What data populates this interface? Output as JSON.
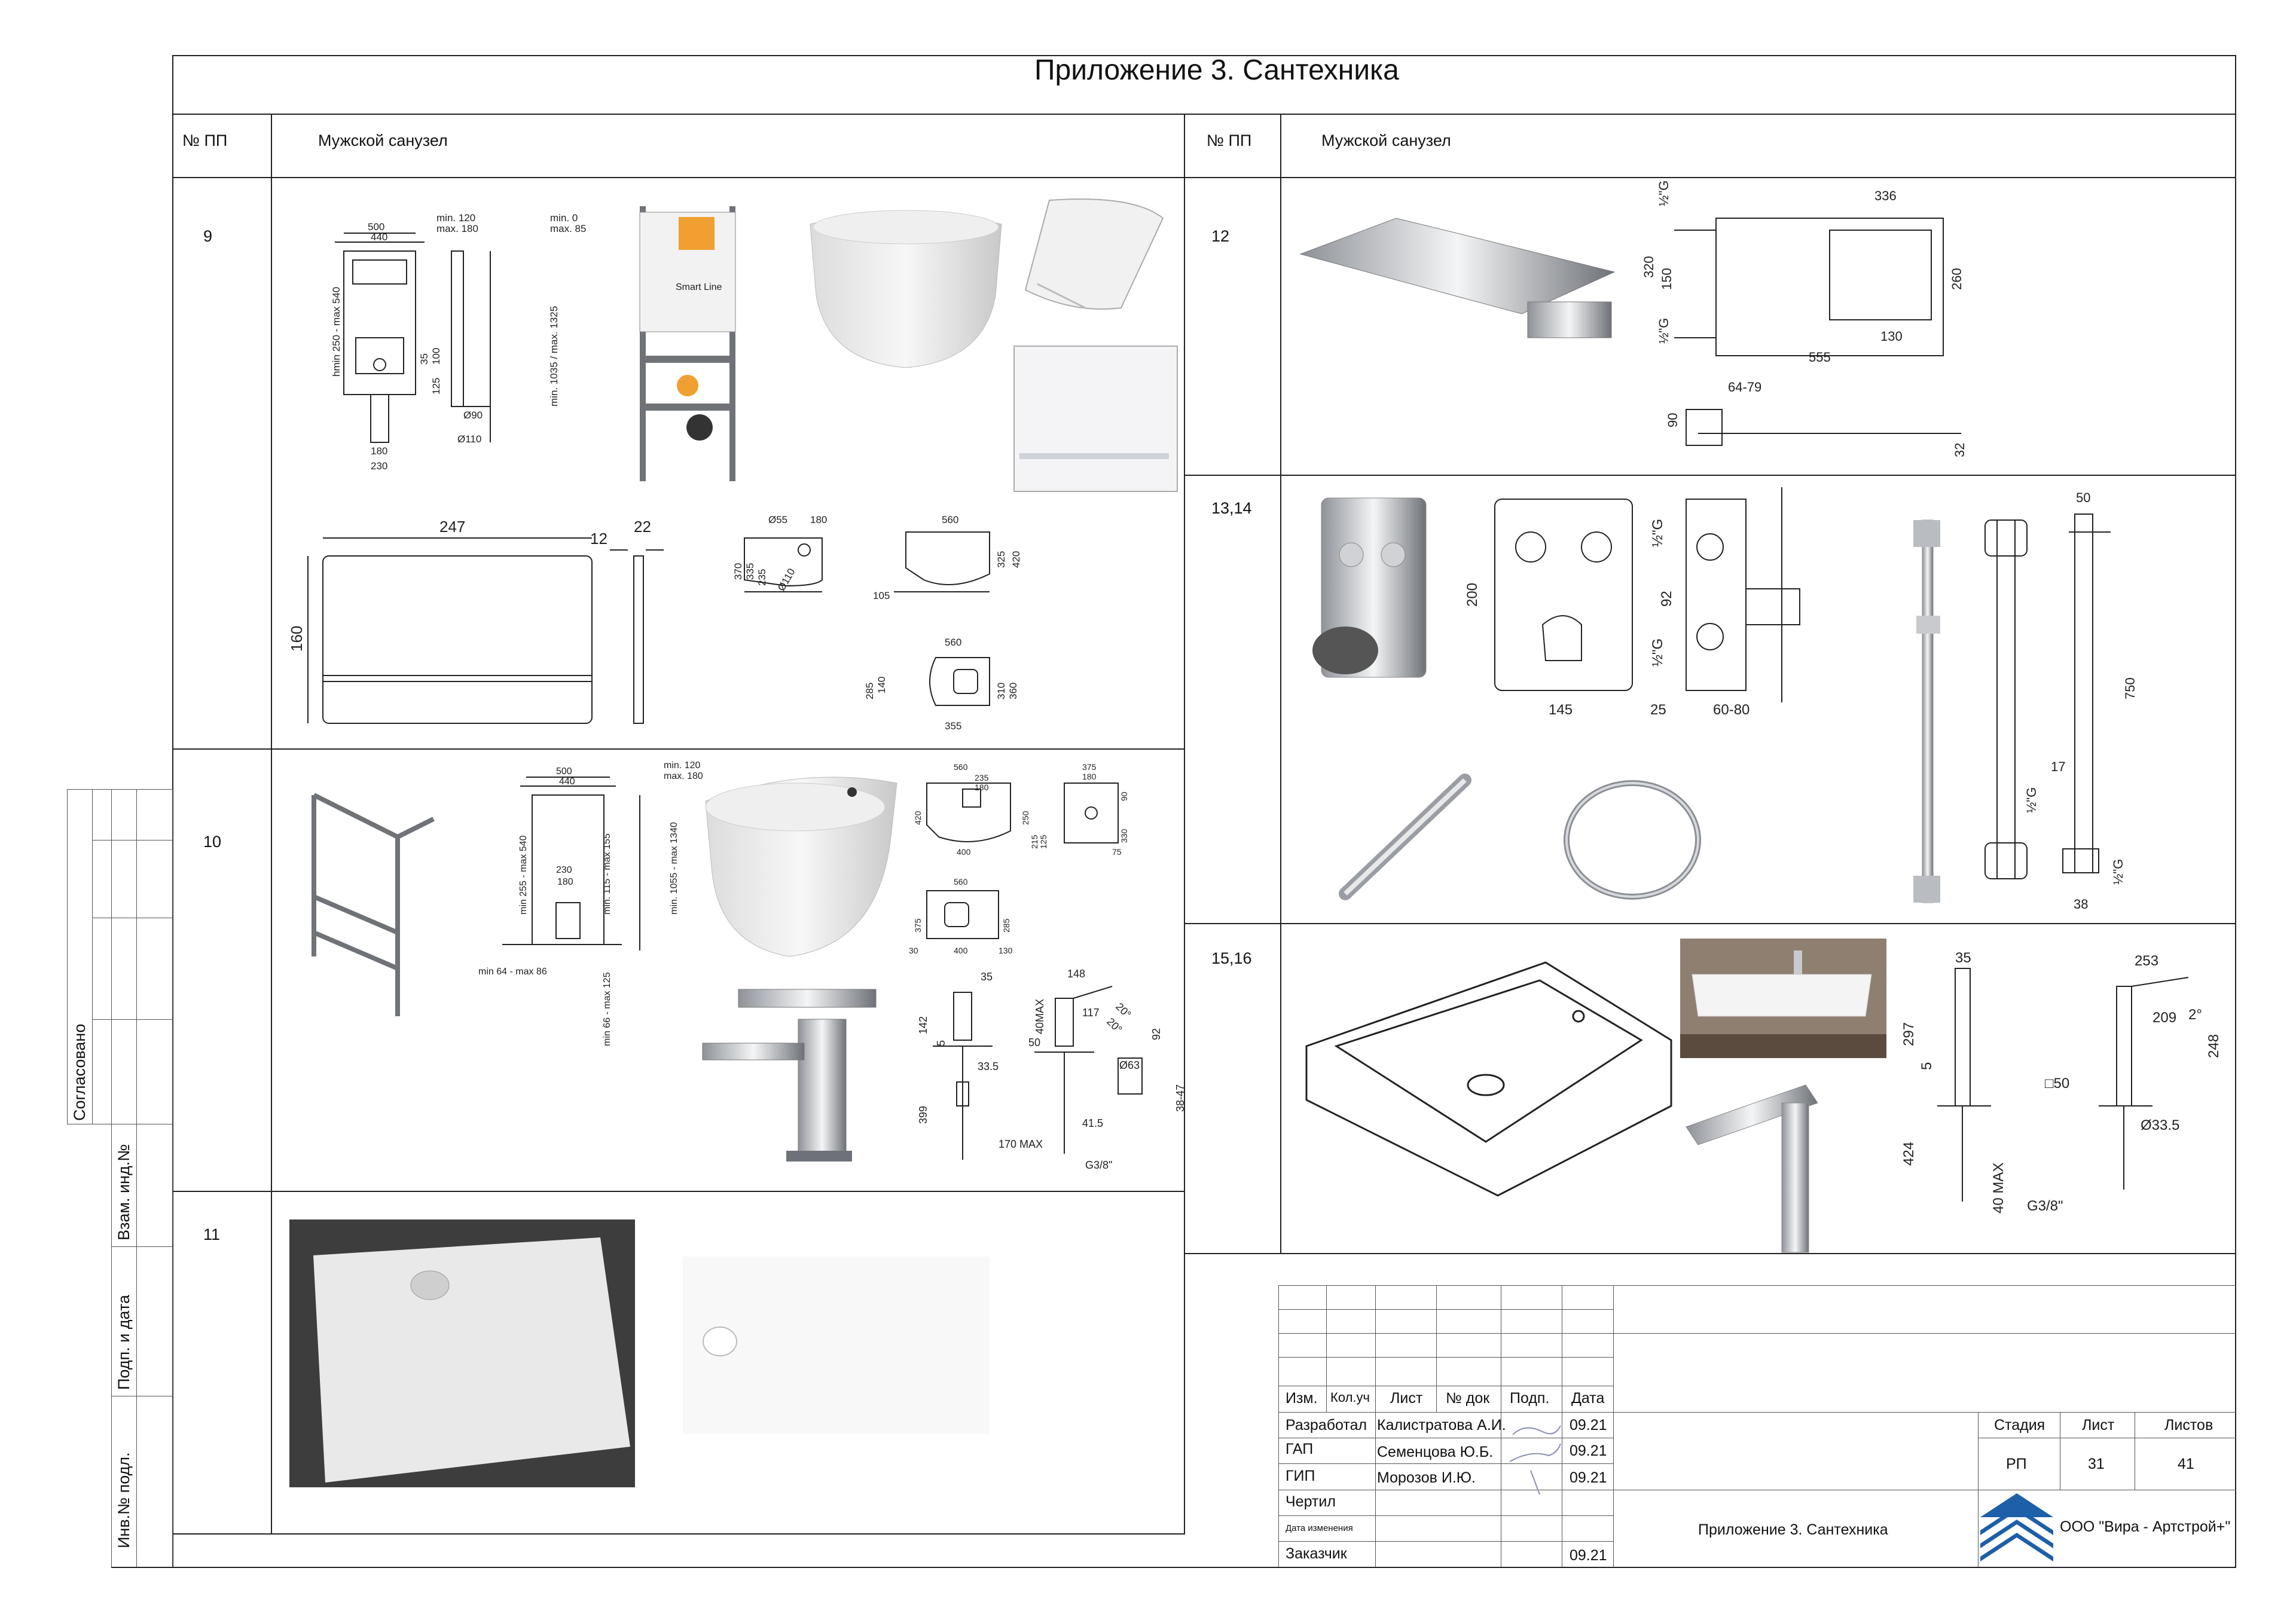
{
  "sheet": {
    "title": "Приложение 3. Сантехника",
    "col_no": "№ ПП",
    "left_section": "Мужской санузел",
    "right_section": "Мужской санузел"
  },
  "rows": {
    "r9": "9",
    "r10": "10",
    "r11": "11",
    "r12": "12",
    "r13": "13,14",
    "r15": "15,16"
  },
  "side_stamp": {
    "agreed": "Согласовано",
    "inv_replace": "Взам. инд.№",
    "sign_date": "Подп. и дата",
    "inv_orig": "Инв.№ подл."
  },
  "dims": {
    "d9": {
      "w500": "500",
      "w440": "440",
      "min120": "min. 120",
      "max180": "max. 180",
      "min0": "min. 0",
      "max85": "max. 85",
      "hmin": "hmin 250 - max 540",
      "h1035": "min. 1035 / max. 1325",
      "d35": "35",
      "d100": "100",
      "d125": "125",
      "d90": "Ø90",
      "d110": "Ø110",
      "d180": "180",
      "d230": "230",
      "p247": "247",
      "p160": "160",
      "p12": "12",
      "p22": "22",
      "b55": "Ø55",
      "b180": "180",
      "b370": "370",
      "b335": "335",
      "b235": "235",
      "b110": "Ø110",
      "t560": "560",
      "t325": "325",
      "t420": "420",
      "t105": "105",
      "u560": "560",
      "u285": "285",
      "u140": "140",
      "u310": "310",
      "u360": "360",
      "u355": "355",
      "smart": "Smart Line"
    },
    "d10": {
      "w500": "500",
      "w440": "440",
      "min120": "min. 120",
      "max180": "max. 180",
      "h255": "min 255 - max 540",
      "h115": "min. 115 - max 155",
      "h1055": "min. 1055 - max 1340",
      "w230": "230",
      "w180": "180",
      "m64": "min 64 - max 86",
      "m66": "min 66 - max 125",
      "b560": "560",
      "b235": "235",
      "b180": "180",
      "b420": "420",
      "b400": "400",
      "b250": "250",
      "b215": "215",
      "b125": "125",
      "b375": "375",
      "b180b": "180",
      "b90": "90",
      "b330": "330",
      "b75": "75",
      "c560": "560",
      "c375": "375",
      "c285": "285",
      "c30": "30",
      "c400": "400",
      "c130": "130",
      "f35": "35",
      "f142": "142",
      "f5": "5",
      "f399": "399",
      "f335": "33.5",
      "f148": "148",
      "f40max": "40MAX",
      "f117": "117",
      "f20": "20°",
      "f20b": "20°",
      "f92": "92",
      "f50": "50",
      "f63": "Ø63",
      "f3847": "38-47",
      "f415": "41.5",
      "f170": "170 MAX",
      "fg": "G3/8\""
    },
    "d12": {
      "w336": "336",
      "h320": "320",
      "h150": "150",
      "h260": "260",
      "w130": "130",
      "w555": "555",
      "g1": "½\"G",
      "g2": "½\"G",
      "a6479": "64-79",
      "a90": "90",
      "a32": "32"
    },
    "d13": {
      "h200": "200",
      "h92": "92",
      "w145": "145",
      "w25": "25",
      "w6080": "60-80",
      "g1": "½\"G",
      "g2": "½\"G",
      "r50": "50",
      "r750": "750",
      "r17": "17",
      "rg1": "½\"G",
      "rg2": "½\"G",
      "r38": "38"
    },
    "d15": {
      "a35": "35",
      "a297": "297",
      "a5": "5",
      "a424": "424",
      "a40max": "40 MAX",
      "ag": "G3/8\"",
      "b253": "253",
      "b209": "209",
      "b2": "2°",
      "b248": "248",
      "b50": "□50",
      "b335": "Ø33.5"
    }
  },
  "title_block": {
    "cols": {
      "izm": "Изм.",
      "kol": "Кол.уч",
      "list": "Лист",
      "ndok": "№ док",
      "podp": "Подп.",
      "data": "Дата"
    },
    "rows": [
      {
        "role": "Разработал",
        "name": "Калистратова А.И.",
        "date": "09.21"
      },
      {
        "role": "ГАП",
        "name": "Семенцова Ю.Б.",
        "date": "09.21"
      },
      {
        "role": "ГИП",
        "name": "Морозов И.Ю.",
        "date": "09.21"
      },
      {
        "role": "Чертил",
        "name": "",
        "date": ""
      },
      {
        "role": "Дата изменения",
        "name": "",
        "date": ""
      },
      {
        "role": "Заказчик",
        "name": "",
        "date": "09.21"
      }
    ],
    "stage_label": "Стадия",
    "sheet_label": "Лист",
    "sheets_label": "Листов",
    "stage": "РП",
    "sheet": "31",
    "sheets": "41",
    "doc_title": "Приложение 3. Сантехника",
    "company": "ООО \"Вира - Артстрой+\""
  }
}
